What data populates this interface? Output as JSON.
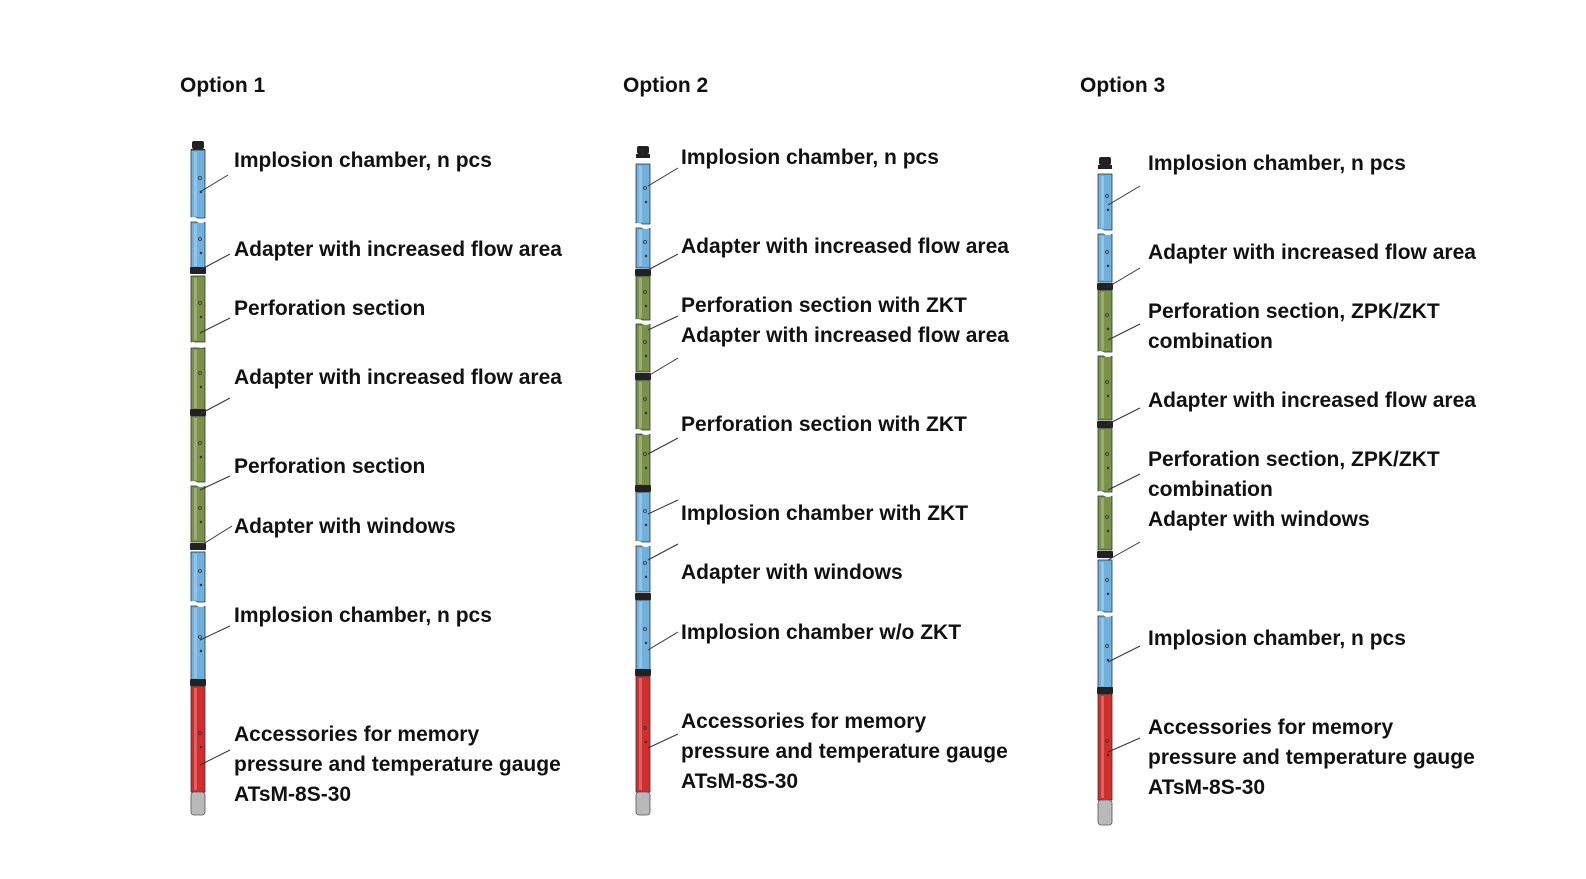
{
  "colors": {
    "chamber": "#6fb0dc",
    "perforation": "#7a9147",
    "gauge_carrier": "#d22d2d",
    "connector": "#222222",
    "cap": "#b9b9b9",
    "leader": "#333333"
  },
  "options": [
    {
      "title": "Option 1",
      "labels": [
        {
          "lines": [
            "Implosion chamber, n pcs"
          ]
        },
        {
          "lines": [
            "Adapter with increased flow area"
          ]
        },
        {
          "lines": [
            "Perforation section"
          ]
        },
        {
          "lines": [
            "Adapter with increased flow area"
          ]
        },
        {
          "lines": [
            "Perforation section"
          ]
        },
        {
          "lines": [
            "Adapter with windows"
          ]
        },
        {
          "lines": [
            "Implosion chamber, n pcs"
          ]
        },
        {
          "lines": [
            "Accessories for memory",
            "pressure and temperature gauge",
            "ATsM-8S-30"
          ]
        }
      ]
    },
    {
      "title": "Option 2",
      "labels": [
        {
          "lines": [
            "Implosion chamber, n pcs"
          ]
        },
        {
          "lines": [
            "Adapter with increased flow area"
          ]
        },
        {
          "lines": [
            "Perforation section with ZKT"
          ]
        },
        {
          "lines": [
            "Adapter with increased flow area"
          ]
        },
        {
          "lines": [
            "Perforation section with ZKT"
          ]
        },
        {
          "lines": [
            "Implosion chamber with ZKT"
          ]
        },
        {
          "lines": [
            "Adapter with windows"
          ]
        },
        {
          "lines": [
            "Implosion chamber w/o ZKT"
          ]
        },
        {
          "lines": [
            "Accessories for memory",
            "pressure and temperature gauge",
            "ATsM-8S-30"
          ]
        }
      ]
    },
    {
      "title": "Option 3",
      "labels": [
        {
          "lines": [
            "Implosion chamber, n pcs"
          ]
        },
        {
          "lines": [
            "Adapter with increased flow area"
          ]
        },
        {
          "lines": [
            "Perforation section, ZPK/ZKT",
            "combination"
          ]
        },
        {
          "lines": [
            "Adapter with increased flow area"
          ]
        },
        {
          "lines": [
            "Perforation section, ZPK/ZKT",
            "combination"
          ]
        },
        {
          "lines": [
            "Adapter with windows"
          ]
        },
        {
          "lines": [
            "Implosion chamber, n pcs"
          ]
        },
        {
          "lines": [
            "Accessories for memory",
            "pressure and temperature gauge",
            "ATsM-8S-30"
          ]
        }
      ]
    }
  ]
}
